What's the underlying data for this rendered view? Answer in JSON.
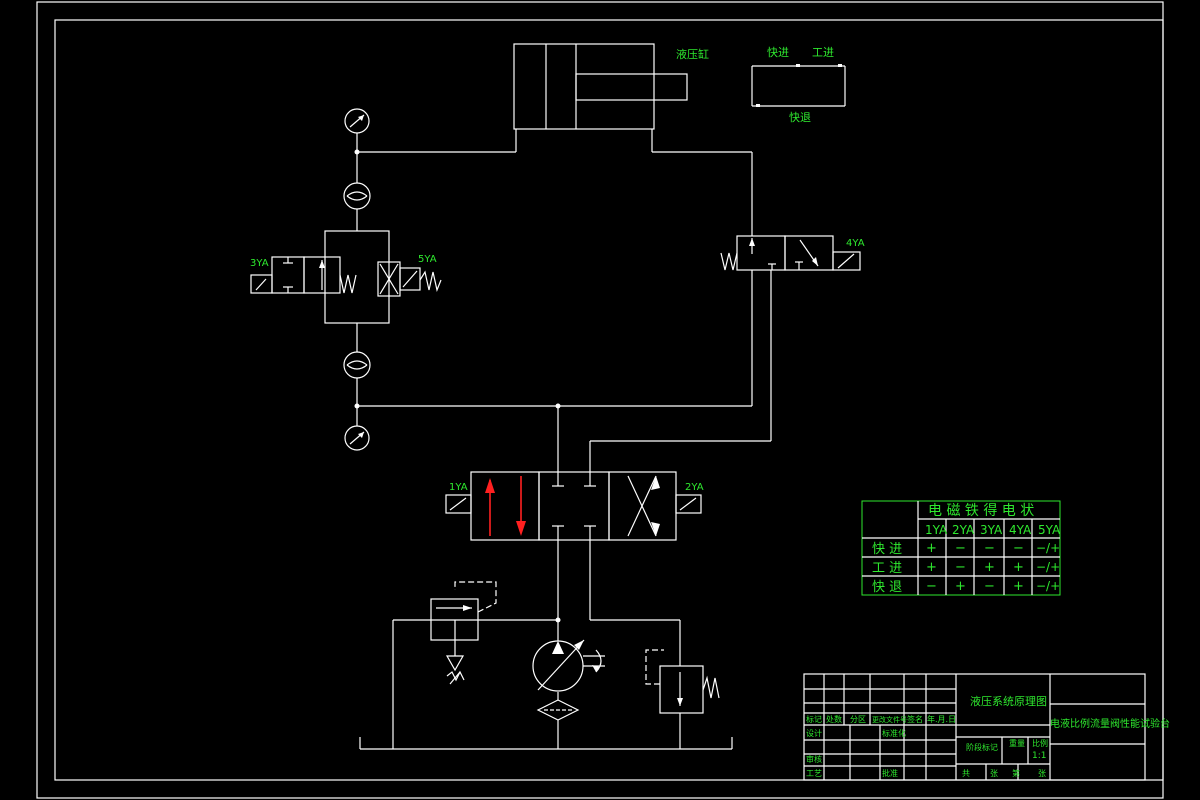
{
  "cylinder": {
    "label": "液压缸"
  },
  "cycle": {
    "fast_forward": "快进",
    "work_feed": "工进",
    "fast_return": "快退"
  },
  "solenoids": {
    "s1": "1YA",
    "s2": "2YA",
    "s3": "3YA",
    "s4": "4YA",
    "s5": "5YA"
  },
  "solenoid_table": {
    "title": "电 磁 铁 得 电 状",
    "headers": [
      "1YA",
      "2YA",
      "3YA",
      "4YA",
      "5YA"
    ],
    "rows": [
      {
        "action": "快 进",
        "states": [
          "+",
          "−",
          "−",
          "−",
          "−/+"
        ]
      },
      {
        "action": "工 进",
        "states": [
          "+",
          "−",
          "+",
          "+",
          "−/+"
        ]
      },
      {
        "action": "快 退",
        "states": [
          "−",
          "+",
          "−",
          "+",
          "−/+"
        ]
      }
    ]
  },
  "title_block": {
    "drawing_title": "液压系统原理图",
    "project": "电液比例流量阀性能试验台",
    "scale": "1:1",
    "labels": {
      "mark": "标记",
      "count": "处数",
      "zone": "分区",
      "change_doc": "更改文件号",
      "sign": "签名",
      "date": "年.月.日",
      "design": "设计",
      "std": "标准化",
      "review": "审核",
      "process": "工艺",
      "approve": "批准",
      "stage_mark": "阶段标记",
      "weight": "重量",
      "ratio": "比例",
      "total": "共",
      "sheets": "张",
      "sheet_no": "第",
      "sheet": "张"
    }
  }
}
